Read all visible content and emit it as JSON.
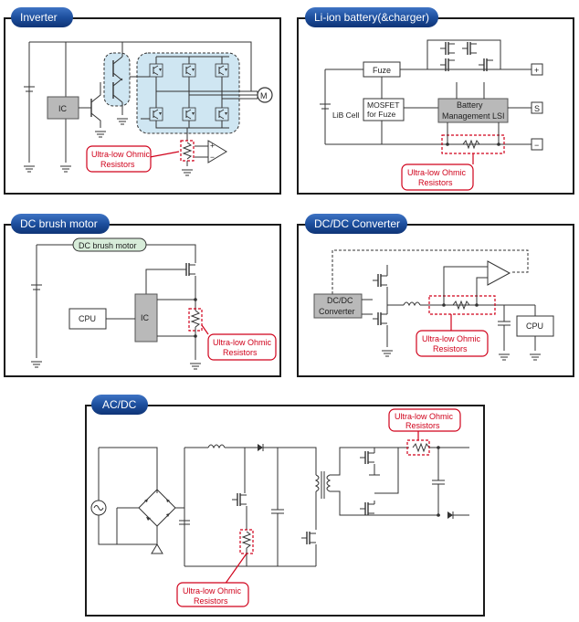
{
  "panels": {
    "inverter": {
      "tab": "Inverter",
      "ic": "IC",
      "motor": "M",
      "callout": [
        "Ultra-low Ohmic",
        "Resistors"
      ]
    },
    "battery": {
      "tab": "Li-ion battery(&charger)",
      "fuze": "Fuze",
      "mosfet": [
        "MOSFET",
        "for Fuze"
      ],
      "bms": [
        "Battery",
        "Management LSI"
      ],
      "cell": "LiB Cell",
      "plus": "+",
      "s": "S",
      "minus": "−",
      "callout": [
        "Ultra-low Ohmic",
        "Resistors"
      ]
    },
    "dcbrush": {
      "tab": "DC brush motor",
      "motor_label": "DC brush motor",
      "cpu": "CPU",
      "ic": "IC",
      "callout": [
        "Ultra-low Ohmic",
        "Resistors"
      ]
    },
    "dcdc": {
      "tab": "DC/DC Converter",
      "converter": [
        "DC/DC",
        "Converter"
      ],
      "cpu": "CPU",
      "callout": [
        "Ultra-low Ohmic",
        "Resistors"
      ]
    },
    "acdc": {
      "tab": "AC/DC",
      "callout_top": [
        "Ultra-low Ohmic",
        "Resistors"
      ],
      "callout_bottom": [
        "Ultra-low Ohmic",
        "Resistors"
      ]
    }
  },
  "colors": {
    "tab": "#1d4f9e",
    "callout": "#d0021b",
    "ic_fill": "#b9b9b9",
    "inverter_zone": "#cfe6f2",
    "motor_label_fill": "#d7ecd9"
  }
}
